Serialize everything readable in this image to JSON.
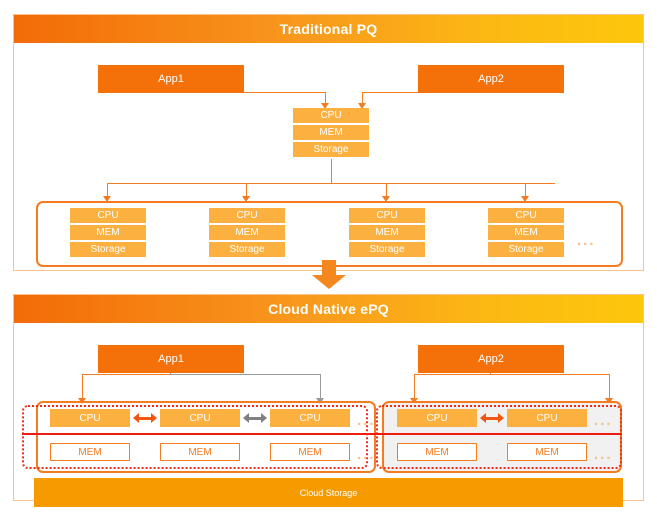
{
  "figure": {
    "title_top": "Traditional PQ",
    "title_bottom": "Cloud Native ePQ",
    "transition_icon": "down-arrow-icon"
  },
  "colors": {
    "header_gradient_start": "#f36b07",
    "header_gradient_end": "#fdc70c",
    "app_box": "#f4710a",
    "resource_cell": "#fbb040",
    "frame_border": "#f47b20",
    "highlight_red": "#ef2b17",
    "cloud_storage": "#f59b00",
    "gray_link": "#9a9a9a",
    "shade": "#f1f1f1"
  },
  "traditional": {
    "apps": [
      {
        "label": "App1"
      },
      {
        "label": "App2"
      }
    ],
    "coordinator": {
      "rows": [
        "CPU",
        "MEM",
        "Storage"
      ]
    },
    "workers": [
      {
        "rows": [
          "CPU",
          "MEM",
          "Storage"
        ]
      },
      {
        "rows": [
          "CPU",
          "MEM",
          "Storage"
        ]
      },
      {
        "rows": [
          "CPU",
          "MEM",
          "Storage"
        ]
      },
      {
        "rows": [
          "CPU",
          "MEM",
          "Storage"
        ]
      }
    ],
    "worker_overflow": "..."
  },
  "cloud_native": {
    "apps": [
      {
        "label": "App1"
      },
      {
        "label": "App2"
      }
    ],
    "groups": [
      {
        "name": "app1-group",
        "cpus": [
          "CPU",
          "CPU",
          "CPU"
        ],
        "mems": [
          "MEM",
          "MEM",
          "MEM"
        ],
        "cpu_overflow": "...",
        "mem_overflow": "...",
        "links": [
          {
            "style": "orange"
          },
          {
            "style": "gray"
          }
        ]
      },
      {
        "name": "app2-group",
        "cpus": [
          "CPU",
          "CPU"
        ],
        "mems": [
          "MEM",
          "MEM"
        ],
        "cpu_overflow": "...",
        "mem_overflow": "...",
        "links": [
          {
            "style": "orange"
          }
        ]
      }
    ],
    "storage": {
      "label": "Cloud Storage"
    }
  }
}
